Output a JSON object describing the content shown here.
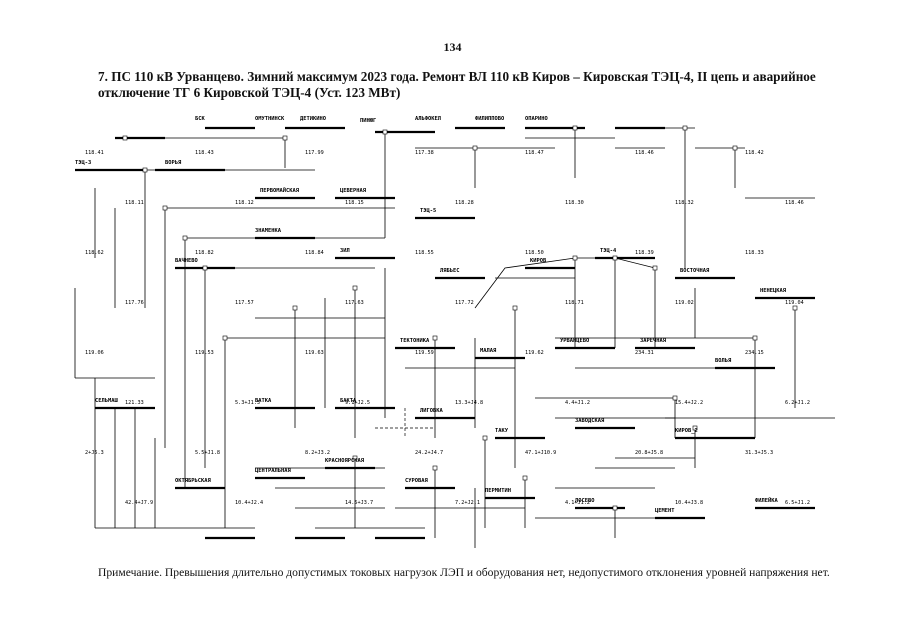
{
  "page": {
    "number": "134"
  },
  "title": "7. ПС 110 кВ Урванцево. Зимний максимум 2023 года. Ремонт ВЛ 110 кВ Киров – Кировская ТЭЦ-4, II цепь и аварийное отключение ТГ 6 Кировской ТЭЦ-4 (Уст. 123 МВт)",
  "diagram": {
    "labels": [
      "БСК",
      "ОМУТНИНСК",
      "ДЕТИКИНО",
      "ПИНЮГ",
      "АЛЬФОКЕЛ",
      "ФИЛИППОВО",
      "ОПАРИНО",
      "ТЭЦ-3",
      "ВОРЬЯ",
      "ПЕРВОМАЙСКАЯ",
      "ЦЕВЕРНАЯ",
      "ТЭЦ-5",
      "ЗНАМЕНКА",
      "ЗИЛ",
      "ВАЧНЕВО",
      "ЛЯБЬЕС",
      "КИРОВ",
      "ТЭЦ-4",
      "ВОСТОЧНАЯ",
      "НЕНЕЦКАЯ",
      "ТЕКТОНИКА",
      "МАЛАЯ",
      "УРВАНЦЕВО",
      "ЗАРЕЧНАЯ",
      "ВОЛЬЯ",
      "ВАТКА",
      "БАКТА",
      "ЛИГОВКА",
      "ТАКУ",
      "ЗАВОДСКАЯ",
      "КИРОВ_2",
      "СЕЛЬМАШ",
      "ОКТЯБРЬСКАЯ",
      "ЦЕНТРАЛЬНАЯ",
      "КРАСНОЯРСКАЯ",
      "СУРОВАЯ",
      "ПЕРМИТИН",
      "ЛОСЕВО",
      "ЦЕМЕНТ",
      "ФИЛЕЙКА"
    ],
    "values": [
      "118.41",
      "118.43",
      "117.99",
      "117.38",
      "118.47",
      "118.46",
      "118.42",
      "118.11",
      "118.12",
      "118.15",
      "118.28",
      "118.30",
      "118.32",
      "118.46",
      "118.62",
      "118.82",
      "118.84",
      "118.55",
      "118.50",
      "118.39",
      "118.33",
      "117.76",
      "117.57",
      "117.63",
      "117.72",
      "118.71",
      "119.02",
      "119.04",
      "119.06",
      "119.53",
      "119.63",
      "119.59",
      "119.62",
      "234.31",
      "234.15",
      "121.33",
      "5.3+J1.3",
      "9.1+J2.5",
      "13.3+J4.8",
      "4.4+J1.2",
      "15.4+J2.2",
      "6.2+J1.2",
      "2+J5.3",
      "5.5+J1.8",
      "8.2+J3.2",
      "24.2+J4.7",
      "47.1+J10.9",
      "20.8+J5.8",
      "31.3+J5.3",
      "42.4+J7.9",
      "10.4+J2.4",
      "14.5+J3.7",
      "7.2+J2.1",
      "4.1+J1.2",
      "10.4+J3.8",
      "6.5+J1.2"
    ]
  },
  "note": "Примечание. Превышения длительно допустимых токовых нагрузок ЛЭП и оборудования нет, недопустимого отклонения уровней напряжения нет."
}
